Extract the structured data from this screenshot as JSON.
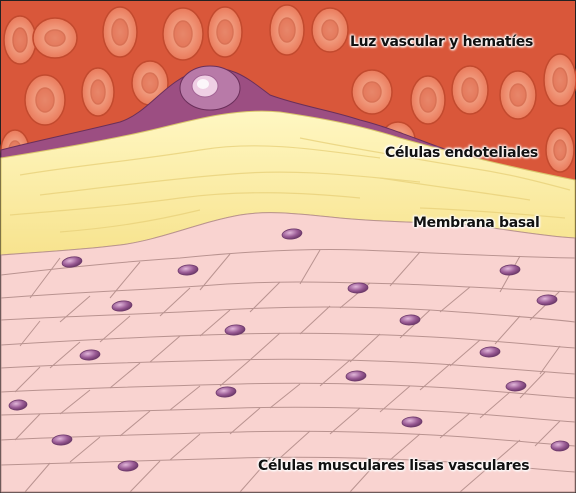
{
  "figure": {
    "labels": {
      "lumen": "Luz vascular y hematíes",
      "endothelial": "Células endoteliales",
      "basal_membrane": "Membrana basal",
      "smooth_muscle": "Células musculares lisas vasculares"
    },
    "colors": {
      "lumen": "#d9573a",
      "red_blood_cell": "#ee8a6a",
      "red_blood_cell_center": "#f3a487",
      "endothelium": "#9c4e82",
      "endothelial_nucleus": "#d59bc4",
      "basal_membrane": "#fbf0a8",
      "smooth_muscle": "#f9d3d0",
      "smooth_muscle_outline": "#b99390",
      "muscle_nucleus": "#8e4f8a"
    }
  }
}
